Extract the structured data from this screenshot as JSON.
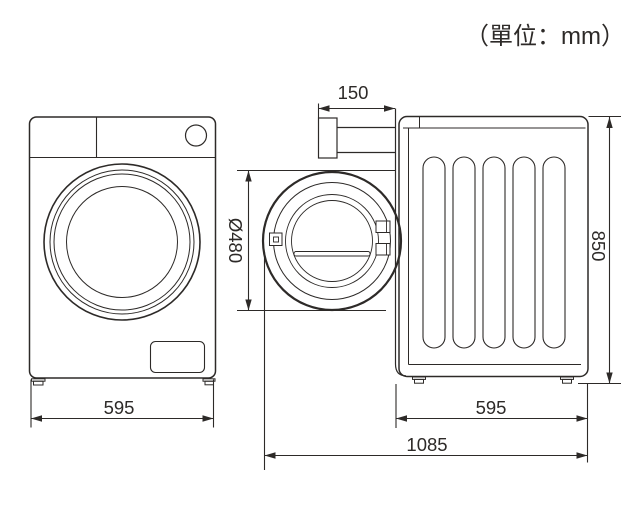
{
  "unit_note": "（單位：mm）",
  "diagram": {
    "subject": "washing-machine dimension drawing, front view and side view",
    "dimensions": {
      "front_width": "595",
      "door_protrusion": "150",
      "door_diameter": "Ø480",
      "height": "850",
      "body_depth": "595",
      "total_depth_door_open": "1085"
    }
  },
  "colors": {
    "line": "#2d2a28",
    "background": "#ffffff"
  }
}
